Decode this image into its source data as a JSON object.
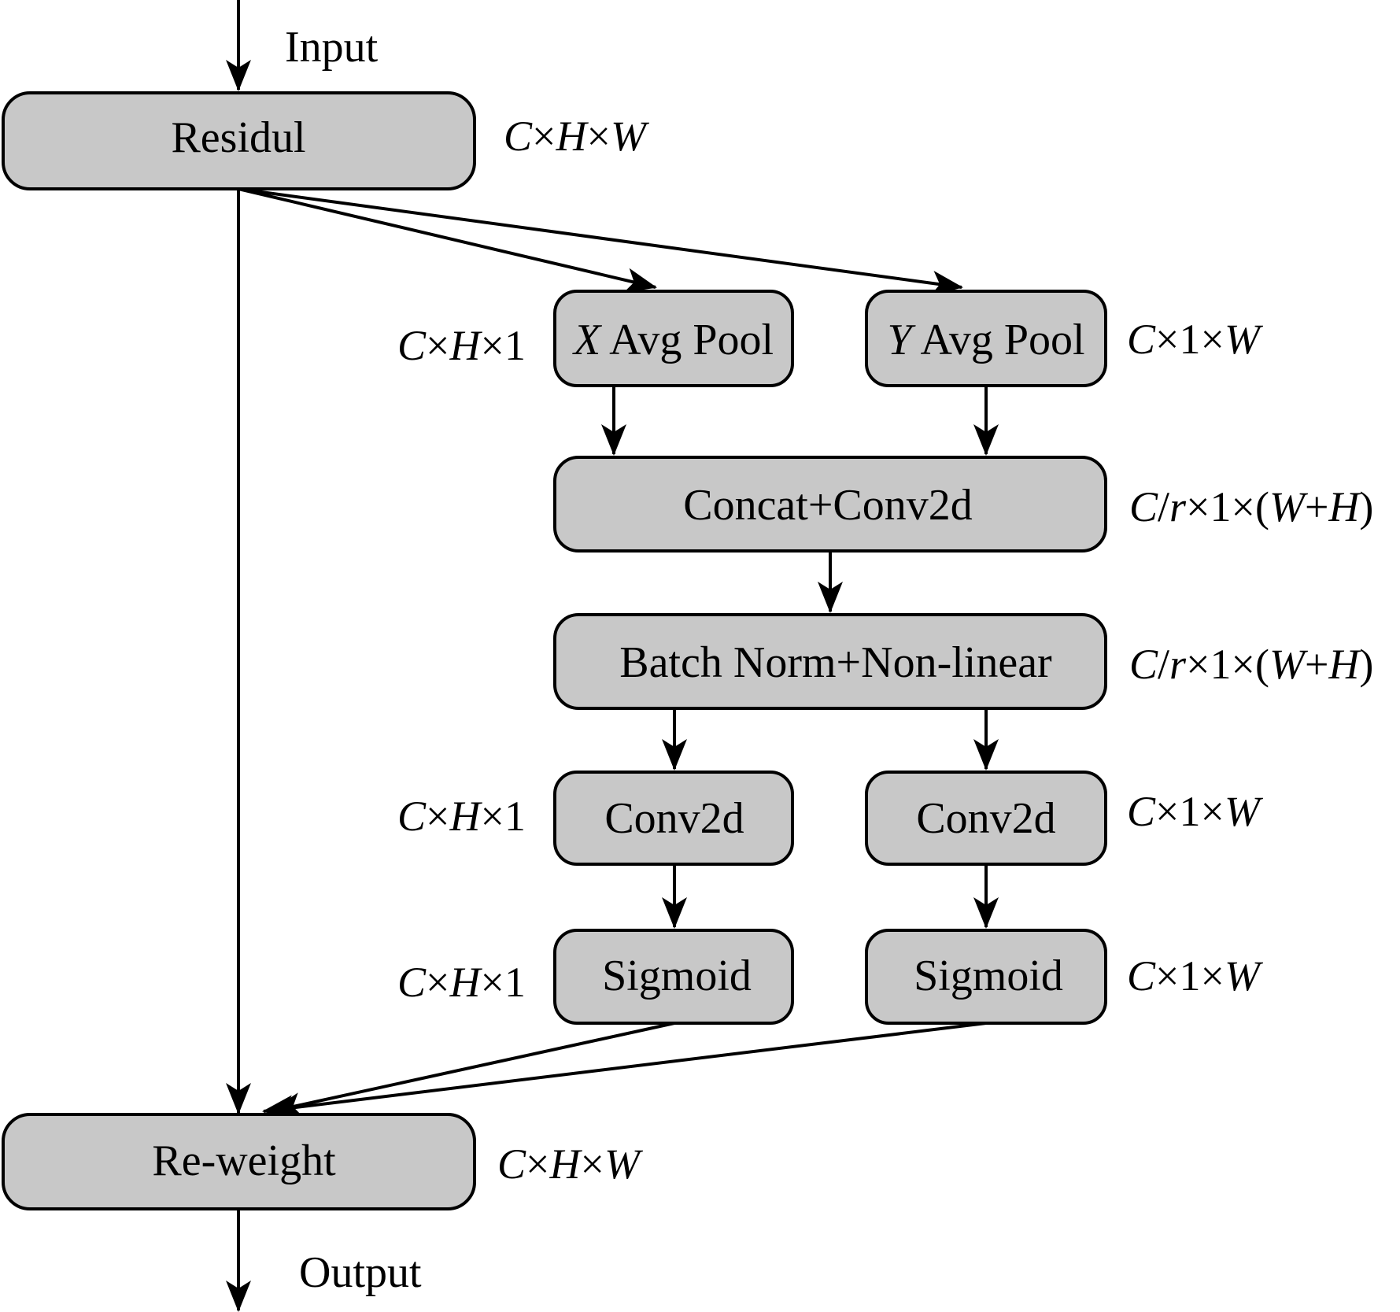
{
  "input_label": "Input",
  "output_label": "Output",
  "nodes": {
    "residul": {
      "label": "Residul"
    },
    "x_avg_pool": {
      "axis": "X",
      "label": " Avg Pool"
    },
    "y_avg_pool": {
      "axis": "Y",
      "label": " Avg Pool"
    },
    "concat_conv": {
      "label": "Concat+Conv2d"
    },
    "bn_nonlinear": {
      "label": "Batch Norm+Non-linear"
    },
    "conv_left": {
      "label": "Conv2d"
    },
    "conv_right": {
      "label": "Conv2d"
    },
    "sigmoid_left": {
      "label": "Sigmoid"
    },
    "sigmoid_right": {
      "label": "Sigmoid"
    },
    "reweight": {
      "label": "Re-weight"
    }
  },
  "dims": {
    "chw": {
      "c": "C",
      "x1": "×",
      "h": "H",
      "x2": "×",
      "w": "W"
    },
    "ch1": {
      "c": "C",
      "x1": "×",
      "h": "H",
      "x2": "×",
      "one": "1"
    },
    "c1w": {
      "c": "C",
      "x1": "×",
      "one": "1",
      "x2": "×",
      "w": "W"
    },
    "crwh": {
      "c": "C",
      "slash": "/",
      "r": "r",
      "x1": "×",
      "one": "1",
      "x2": "×(",
      "w": "W",
      "plus": "+",
      "h": "H",
      "close": ")"
    }
  },
  "edges": [
    [
      "input",
      "residul"
    ],
    [
      "residul",
      "reweight"
    ],
    [
      "residul",
      "x_avg_pool"
    ],
    [
      "residul",
      "y_avg_pool"
    ],
    [
      "x_avg_pool",
      "concat_conv"
    ],
    [
      "y_avg_pool",
      "concat_conv"
    ],
    [
      "concat_conv",
      "bn_nonlinear"
    ],
    [
      "bn_nonlinear",
      "conv_left"
    ],
    [
      "bn_nonlinear",
      "conv_right"
    ],
    [
      "conv_left",
      "sigmoid_left"
    ],
    [
      "conv_right",
      "sigmoid_right"
    ],
    [
      "sigmoid_left",
      "reweight"
    ],
    [
      "sigmoid_right",
      "reweight"
    ],
    [
      "reweight",
      "output"
    ]
  ],
  "colors": {
    "box_fill": "#c8c8c8",
    "stroke": "#000000"
  }
}
